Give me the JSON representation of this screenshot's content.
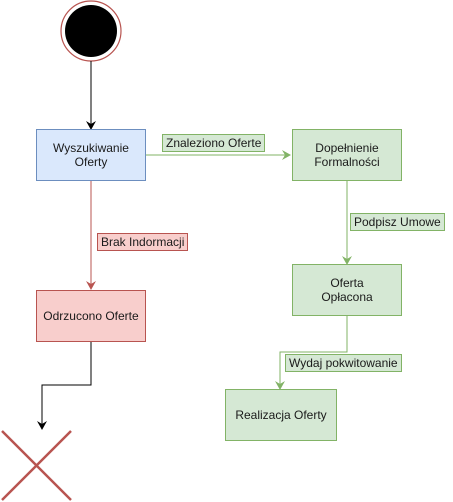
{
  "nodes": {
    "search": "Wyszukiwanie Oferty",
    "formalities": "Dopełnienie\nFormalności",
    "paid": "Oferta\nOpłacona",
    "realization": "Realizacja Oferty",
    "rejected": "Odrzucono Oferte"
  },
  "edges": {
    "found": "Znaleziono Oferte",
    "sign": "Podpisz Umowe",
    "receipt": "Wydaj pokwitowanie",
    "no_info": "Brak Indormacji"
  },
  "colors": {
    "blue_fill": "#dae8fc",
    "blue_stroke": "#6c8ebf",
    "green_fill": "#d5e8d4",
    "green_stroke": "#82b366",
    "red_fill": "#f8cecc",
    "red_stroke": "#b85450"
  }
}
